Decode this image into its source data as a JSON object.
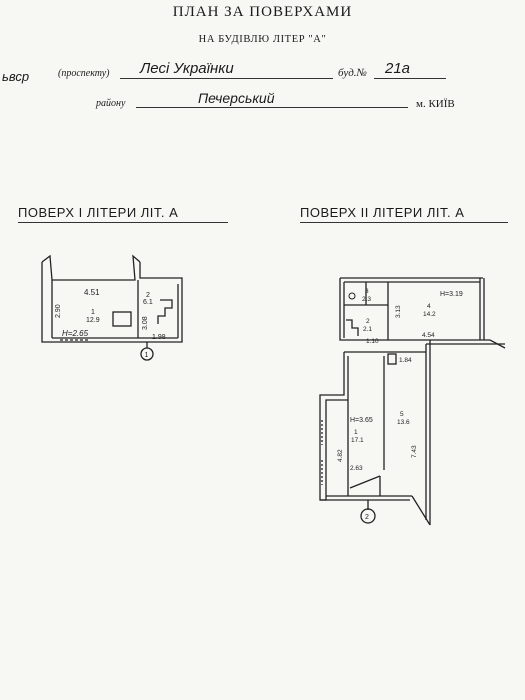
{
  "header": {
    "title": "ПЛАН ЗА ПОВЕРХАМИ",
    "subtitle": "НА БУДІВЛЮ ЛІТЕР \"А\""
  },
  "address": {
    "prefix_handwritten": "ьвср",
    "street_type": "(проспекту)",
    "street_name": "Лесі Українки",
    "building_label": "буд.№",
    "building_number": "21а",
    "district_label": "району",
    "district_name": "Печерський",
    "city_label": "м. КИЇВ"
  },
  "floor1": {
    "title": "ПОВЕРХ І ЛІТЕРИ ЛІТ.  А",
    "dims": {
      "top": "4.51",
      "left": "2.90",
      "stair_h": "3.08",
      "bottom": "1.98"
    },
    "rooms": [
      {
        "num": "1",
        "area": "12.9"
      },
      {
        "num": "2",
        "area": "6.1"
      }
    ],
    "height_label": "H=2.65",
    "section_marker": "1"
  },
  "floor2": {
    "title": "ПОВЕРХ ІІ ЛІТЕРИ ЛІТ.  А",
    "dims": {
      "d313": "3.13",
      "d454": "4.54",
      "d110": "1.10",
      "d184": "1.84",
      "d482": "4.82",
      "d743": "7.43",
      "d263": "2.63"
    },
    "rooms": [
      {
        "num": "3",
        "area": "2.3"
      },
      {
        "num": "4",
        "area": "14.2"
      },
      {
        "num": "2",
        "area": "2.1"
      },
      {
        "num": "1",
        "area": "17.1"
      },
      {
        "num": "5",
        "area": "13.6"
      }
    ],
    "height_top": "H=3.19",
    "height_bottom": "H=3.65",
    "section_marker": "2"
  }
}
